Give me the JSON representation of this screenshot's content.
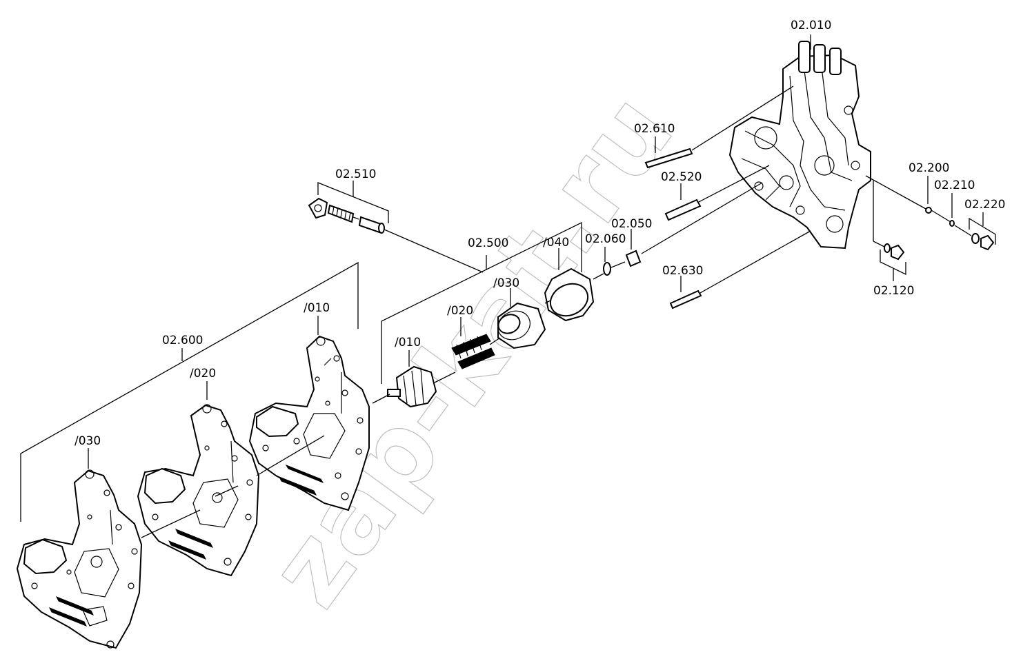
{
  "watermark": "zap-kat.ru",
  "labels": {
    "p02_010": "02.010",
    "p02_610": "02.610",
    "p02_520": "02.520",
    "p02_510": "02.510",
    "p02_500": "02.500",
    "p02_050": "02.050",
    "p02_060": "02.060",
    "p02_040": "/040",
    "p02_030b": "/030",
    "p02_020b": "/020",
    "p02_010b": "/010",
    "p02_630": "02.630",
    "p02_200": "02.200",
    "p02_210": "02.210",
    "p02_220": "02.220",
    "p02_120": "02.120",
    "p02_600": "02.600",
    "p02_600_010": "/010",
    "p02_600_020": "/020",
    "p02_600_030": "/030"
  }
}
